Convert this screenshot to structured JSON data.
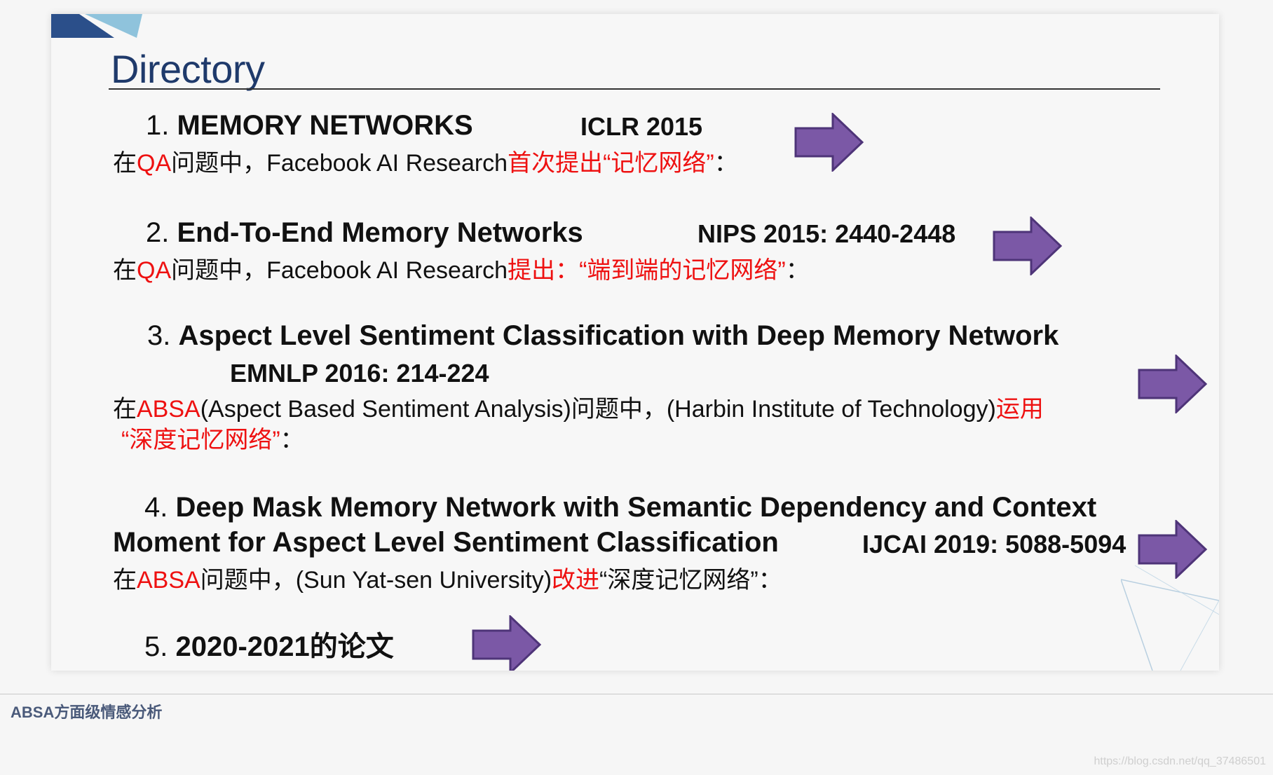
{
  "slide": {
    "title": "Directory",
    "accent_color": "#1f3a6b",
    "highlight_color": "#ee1111",
    "arrow_color": "#7b58a6",
    "entries": [
      {
        "num": "1.",
        "title": "MEMORY NETWORKS",
        "venue": "ICLR 2015",
        "desc": {
          "p1": "在",
          "h1": "QA",
          "p2": "问题中，Facebook AI Research",
          "h2": "首次提出“记忆网络”",
          "p3": "："
        }
      },
      {
        "num": "2.",
        "title": "End-To-End Memory Networks",
        "venue": "NIPS 2015: 2440-2448",
        "desc": {
          "p1": "在",
          "h1": "QA",
          "p2": "问题中，Facebook AI Research",
          "h2": "提出：“端到端的记忆网络”",
          "p3": "："
        }
      },
      {
        "num": "3.",
        "title": "Aspect Level Sentiment Classification with Deep Memory Network",
        "venue": "EMNLP 2016: 214-224",
        "desc": {
          "p1": "在",
          "h1": "ABSA",
          "p2": "(Aspect Based Sentiment Analysis)问题中，(Harbin Institute of Technology)",
          "h2": "运用",
          "h3": "“深度记忆网络”",
          "p3": "："
        }
      },
      {
        "num": "4.",
        "title": "Deep Mask Memory Network with Semantic Dependency and Context",
        "title_line2": "Moment for Aspect Level Sentiment Classification",
        "venue": "IJCAI 2019: 5088-5094",
        "desc": {
          "p1": "在",
          "h1": "ABSA",
          "p2": "问题中，(Sun Yat-sen University)",
          "h2": "改进",
          "p3": "“深度记忆网络”："
        }
      },
      {
        "num": "5.",
        "title": "2020-2021的论文"
      }
    ]
  },
  "footer": {
    "label": "ABSA方面级情感分析",
    "watermark": "https://blog.csdn.net/qq_37486501"
  },
  "icons": {
    "arrow": "right-arrow-icon"
  }
}
